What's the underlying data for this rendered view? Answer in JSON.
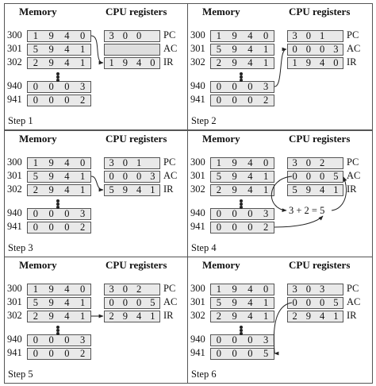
{
  "headers": {
    "memory": "Memory",
    "cpu": "CPU registers"
  },
  "steps": [
    {
      "label": "Step 1",
      "memory": [
        {
          "addr": "300",
          "value": [
            "1",
            "9",
            "4",
            "0"
          ]
        },
        {
          "addr": "301",
          "value": [
            "5",
            "9",
            "4",
            "1"
          ]
        },
        {
          "addr": "302",
          "value": [
            "2",
            "9",
            "4",
            "1"
          ]
        },
        {
          "addr": "940",
          "value": [
            "0",
            "0",
            "0",
            "3"
          ]
        },
        {
          "addr": "941",
          "value": [
            "0",
            "0",
            "0",
            "2"
          ]
        }
      ],
      "registers": [
        {
          "name": "PC",
          "value": [
            "3",
            "0",
            "0"
          ]
        },
        {
          "name": "AC",
          "value": []
        },
        {
          "name": "IR",
          "value": [
            "1",
            "9",
            "4",
            "0"
          ]
        }
      ]
    },
    {
      "label": "Step 2",
      "memory": [
        {
          "addr": "300",
          "value": [
            "1",
            "9",
            "4",
            "0"
          ]
        },
        {
          "addr": "301",
          "value": [
            "5",
            "9",
            "4",
            "1"
          ]
        },
        {
          "addr": "302",
          "value": [
            "2",
            "9",
            "4",
            "1"
          ]
        },
        {
          "addr": "940",
          "value": [
            "0",
            "0",
            "0",
            "3"
          ]
        },
        {
          "addr": "941",
          "value": [
            "0",
            "0",
            "0",
            "2"
          ]
        }
      ],
      "registers": [
        {
          "name": "PC",
          "value": [
            "3",
            "0",
            "1"
          ]
        },
        {
          "name": "AC",
          "value": [
            "0",
            "0",
            "0",
            "3"
          ]
        },
        {
          "name": "IR",
          "value": [
            "1",
            "9",
            "4",
            "0"
          ]
        }
      ]
    },
    {
      "label": "Step 3",
      "memory": [
        {
          "addr": "300",
          "value": [
            "1",
            "9",
            "4",
            "0"
          ]
        },
        {
          "addr": "301",
          "value": [
            "5",
            "9",
            "4",
            "1"
          ]
        },
        {
          "addr": "302",
          "value": [
            "2",
            "9",
            "4",
            "1"
          ]
        },
        {
          "addr": "940",
          "value": [
            "0",
            "0",
            "0",
            "3"
          ]
        },
        {
          "addr": "941",
          "value": [
            "0",
            "0",
            "0",
            "2"
          ]
        }
      ],
      "registers": [
        {
          "name": "PC",
          "value": [
            "3",
            "0",
            "1"
          ]
        },
        {
          "name": "AC",
          "value": [
            "0",
            "0",
            "0",
            "3"
          ]
        },
        {
          "name": "IR",
          "value": [
            "5",
            "9",
            "4",
            "1"
          ]
        }
      ]
    },
    {
      "label": "Step 4",
      "memory": [
        {
          "addr": "300",
          "value": [
            "1",
            "9",
            "4",
            "0"
          ]
        },
        {
          "addr": "301",
          "value": [
            "5",
            "9",
            "4",
            "1"
          ]
        },
        {
          "addr": "302",
          "value": [
            "2",
            "9",
            "4",
            "1"
          ]
        },
        {
          "addr": "940",
          "value": [
            "0",
            "0",
            "0",
            "3"
          ]
        },
        {
          "addr": "941",
          "value": [
            "0",
            "0",
            "0",
            "2"
          ]
        }
      ],
      "registers": [
        {
          "name": "PC",
          "value": [
            "3",
            "0",
            "2"
          ]
        },
        {
          "name": "AC",
          "value": [
            "0",
            "0",
            "0",
            "5"
          ]
        },
        {
          "name": "IR",
          "value": [
            "5",
            "9",
            "4",
            "1"
          ]
        }
      ],
      "calc": "3 + 2 = 5"
    },
    {
      "label": "Step 5",
      "memory": [
        {
          "addr": "300",
          "value": [
            "1",
            "9",
            "4",
            "0"
          ]
        },
        {
          "addr": "301",
          "value": [
            "5",
            "9",
            "4",
            "1"
          ]
        },
        {
          "addr": "302",
          "value": [
            "2",
            "9",
            "4",
            "1"
          ]
        },
        {
          "addr": "940",
          "value": [
            "0",
            "0",
            "0",
            "3"
          ]
        },
        {
          "addr": "941",
          "value": [
            "0",
            "0",
            "0",
            "2"
          ]
        }
      ],
      "registers": [
        {
          "name": "PC",
          "value": [
            "3",
            "0",
            "2"
          ]
        },
        {
          "name": "AC",
          "value": [
            "0",
            "0",
            "0",
            "5"
          ]
        },
        {
          "name": "IR",
          "value": [
            "2",
            "9",
            "4",
            "1"
          ]
        }
      ]
    },
    {
      "label": "Step 6",
      "memory": [
        {
          "addr": "300",
          "value": [
            "1",
            "9",
            "4",
            "0"
          ]
        },
        {
          "addr": "301",
          "value": [
            "5",
            "9",
            "4",
            "1"
          ]
        },
        {
          "addr": "302",
          "value": [
            "2",
            "9",
            "4",
            "1"
          ]
        },
        {
          "addr": "940",
          "value": [
            "0",
            "0",
            "0",
            "3"
          ]
        },
        {
          "addr": "941",
          "value": [
            "0",
            "0",
            "0",
            "5"
          ]
        }
      ],
      "registers": [
        {
          "name": "PC",
          "value": [
            "3",
            "0",
            "3"
          ]
        },
        {
          "name": "AC",
          "value": [
            "0",
            "0",
            "0",
            "5"
          ]
        },
        {
          "name": "IR",
          "value": [
            "2",
            "9",
            "4",
            "1"
          ]
        }
      ]
    }
  ]
}
